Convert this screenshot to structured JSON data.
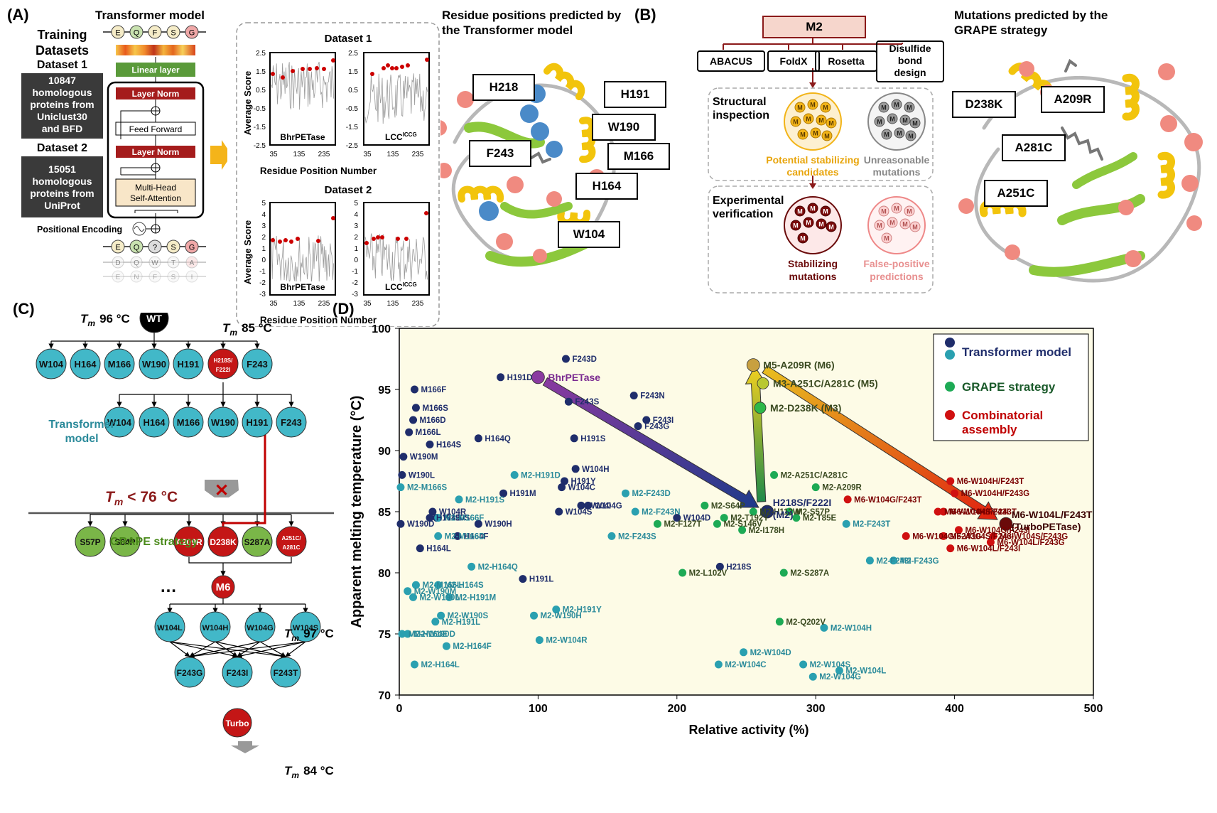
{
  "panel_labels": {
    "a": "(A)",
    "b": "(B)",
    "c": "(C)",
    "d": "(D)"
  },
  "panel_a": {
    "title": "Transformer model",
    "training_title_line1": "Training",
    "training_title_line2": "Datasets",
    "dataset1_label": "Dataset 1",
    "dataset1_lines": [
      "10847",
      "homologous",
      "proteins from",
      "Uniclust30",
      "and BFD"
    ],
    "dataset2_label": "Dataset 2",
    "dataset2_lines": [
      "15051",
      "homologous",
      "proteins from",
      "UniProt"
    ],
    "top_tokens": [
      "E",
      "Q",
      "F",
      "S",
      "G"
    ],
    "input_tokens": [
      "E",
      "Q",
      "?",
      "S",
      "G"
    ],
    "input_tokens_2": [
      "D",
      "Q",
      "W",
      "T",
      "A"
    ],
    "input_tokens_3": [
      "E",
      "N",
      "F",
      "S",
      "I"
    ],
    "linear_layer": "Linear layer",
    "layer_norm": "Layer Norm",
    "feed_forward": "Feed Forward",
    "attention_line1": "Multi-Head",
    "attention_line2": "Self-Attention",
    "positional_encoding": "Positional Encoding",
    "dataset1_plot_title": "Dataset  1",
    "dataset2_plot_title": "Dataset  2",
    "ylabel": "Average Score",
    "xlabel": "Residue Position Number",
    "plot1_left_label": "BhrPETase",
    "plot1_right_label": "LCC",
    "lcc_superscript": "ICCG",
    "ds1_yticks": [
      "2.5",
      "1.5",
      "0.5",
      "-0.5",
      "-1.5",
      "-2.5"
    ],
    "ds2_yticks": [
      "5",
      "4",
      "3",
      "2",
      "1",
      "0",
      "-1",
      "-2",
      "-3"
    ],
    "xticks": [
      "35",
      "135",
      "235"
    ],
    "structure_title_line1": "Residue positions predicted by",
    "structure_title_line2": "the Transformer model",
    "residues": [
      "H218",
      "H191",
      "W190",
      "F243",
      "M166",
      "H164",
      "W104"
    ]
  },
  "panel_b": {
    "m2": "M2",
    "tools": [
      "ABACUS",
      "FoldX",
      "Rosetta"
    ],
    "disulfide_lines": [
      "Disulfide",
      "bond",
      "design"
    ],
    "structural_line1": "Structural",
    "structural_line2": "inspection",
    "potential_line1": "Potential stabilizing",
    "potential_line2": "candidates",
    "unreasonable_line1": "Unreasonable",
    "unreasonable_line2": "mutations",
    "experimental_line1": "Experimental",
    "experimental_line2": "verification",
    "stabilizing_line1": "Stabilizing",
    "stabilizing_line2": "mutations",
    "false_line1": "False-positive",
    "false_line2": "predictions",
    "m_token": "M",
    "mutations_title_line1": "Mutations predicted by the",
    "mutations_title_line2": "GRAPE strategy",
    "mutations": [
      "D238K",
      "A209R",
      "A281C",
      "A251C"
    ]
  },
  "panel_c": {
    "wt": "WT",
    "tm_symbol": "T",
    "tm_sub": "m",
    "tm_wt": "96 °C",
    "tm_m2": "85 °C",
    "tm_m6": "97 °C",
    "tm_turbo": "84 °C",
    "tm_threshold": "< 76 °C",
    "row1": [
      "W104",
      "H164",
      "M166",
      "W190",
      "H191",
      "H218S/F222I",
      "F243"
    ],
    "row2": [
      "W104",
      "H164",
      "M166",
      "W190",
      "H191",
      "F243"
    ],
    "transformer_line1": "Transformer",
    "transformer_line2": "model",
    "grape_label": "GRAPE strategy",
    "grape_row": [
      "S57P",
      "S64P",
      "A209R",
      "D238K",
      "S287A",
      "A251C/A281C"
    ],
    "ellipsis": "…",
    "m6": "M6",
    "row4": [
      "W104L",
      "W104H",
      "W104G",
      "W104S"
    ],
    "row5": [
      "F243G",
      "F243I",
      "F243T"
    ],
    "turbo": "Turbo",
    "colors": {
      "teal": "#42b8c8",
      "red": "#c41616",
      "green": "#7ab648",
      "black": "#000000",
      "arrow": "#c00000"
    }
  },
  "chart_data": {
    "type": "scatter",
    "xlabel": "Relative activity (%)",
    "ylabel": "Apparent melting temperature (°C)",
    "xlim": [
      0,
      500
    ],
    "ylim": [
      70,
      100
    ],
    "xticks": [
      0,
      100,
      200,
      300,
      400,
      500
    ],
    "yticks": [
      70,
      75,
      80,
      85,
      90,
      95,
      100
    ],
    "legend": [
      "Transformer model",
      "GRAPE strategy",
      "Combinatorial assembly"
    ],
    "legend_position": "top-right",
    "background_color": "#fdfbe6",
    "colors": {
      "transformer_dark": "#1f2d6b",
      "transformer_teal": "#2aa0b0",
      "grape": "#1daa55",
      "combo": "#d01010",
      "bhr": "#8a3aa0",
      "m6": "#c8a040",
      "m5": "#b8c830",
      "m3": "#2db84a",
      "turbo": "#6a0a0a"
    },
    "series": [
      {
        "name": "Transformer model",
        "color": "#1f2d6b",
        "points": [
          {
            "x": 120,
            "y": 97.5,
            "label": "F243D"
          },
          {
            "x": 73,
            "y": 96,
            "label": "H191D"
          },
          {
            "x": 11,
            "y": 95,
            "label": "M166F"
          },
          {
            "x": 169,
            "y": 94.5,
            "label": "F243N"
          },
          {
            "x": 122,
            "y": 94,
            "label": "F243S"
          },
          {
            "x": 12,
            "y": 93.5,
            "label": "M166S"
          },
          {
            "x": 10,
            "y": 92.5,
            "label": "M166D"
          },
          {
            "x": 178,
            "y": 92.5,
            "label": "F243I"
          },
          {
            "x": 172,
            "y": 92,
            "label": "F243G"
          },
          {
            "x": 7,
            "y": 91.5,
            "label": "M166L"
          },
          {
            "x": 57,
            "y": 91,
            "label": "H164Q"
          },
          {
            "x": 126,
            "y": 91,
            "label": "H191S"
          },
          {
            "x": 22,
            "y": 90.5,
            "label": "H164S"
          },
          {
            "x": 3,
            "y": 89.5,
            "label": "W190M"
          },
          {
            "x": 127,
            "y": 88.5,
            "label": "W104H"
          },
          {
            "x": 2,
            "y": 88,
            "label": "W190L"
          },
          {
            "x": 119,
            "y": 87.5,
            "label": "H191Y"
          },
          {
            "x": 117,
            "y": 87,
            "label": "W104C"
          },
          {
            "x": 75,
            "y": 86.5,
            "label": "H191M"
          },
          {
            "x": 131,
            "y": 85.5,
            "label": "W104I"
          },
          {
            "x": 136,
            "y": 85.5,
            "label": "W104G"
          },
          {
            "x": 24,
            "y": 85,
            "label": "W104R"
          },
          {
            "x": 22,
            "y": 84.5,
            "label": "H164E"
          },
          {
            "x": 27,
            "y": 84.5,
            "label": "W190S"
          },
          {
            "x": 200,
            "y": 84.5,
            "label": "W104D"
          },
          {
            "x": 115,
            "y": 85,
            "label": "W104S"
          },
          {
            "x": 57,
            "y": 84,
            "label": "W190H"
          },
          {
            "x": 1,
            "y": 84,
            "label": "W190D"
          },
          {
            "x": 42,
            "y": 83,
            "label": "H164F"
          },
          {
            "x": 15,
            "y": 82,
            "label": "H164L"
          },
          {
            "x": 231,
            "y": 80.5,
            "label": "H218S"
          },
          {
            "x": 89,
            "y": 79.5,
            "label": "H191L"
          }
        ]
      },
      {
        "name": "Transformer model",
        "color": "#2aa0b0",
        "points": [
          {
            "x": 1,
            "y": 87,
            "label": "M2-M166S"
          },
          {
            "x": 83,
            "y": 88,
            "label": "M2-H191D"
          },
          {
            "x": 43,
            "y": 86,
            "label": "M2-H191S"
          },
          {
            "x": 163,
            "y": 86.5,
            "label": "M2-F243D"
          },
          {
            "x": 170,
            "y": 85,
            "label": "M2-F243N"
          },
          {
            "x": 28,
            "y": 84.5,
            "label": "M2-M166F"
          },
          {
            "x": 28,
            "y": 83,
            "label": "M2-M166D"
          },
          {
            "x": 153,
            "y": 83,
            "label": "M2-F243S"
          },
          {
            "x": 322,
            "y": 84,
            "label": "M2-F243T"
          },
          {
            "x": 339,
            "y": 81,
            "label": "M2-F243I"
          },
          {
            "x": 356,
            "y": 81,
            "label": "M2-F243G"
          },
          {
            "x": 52,
            "y": 80.5,
            "label": "M2-H164Q"
          },
          {
            "x": 12,
            "y": 79,
            "label": "M2-M166L"
          },
          {
            "x": 28,
            "y": 79,
            "label": "M2-H164S"
          },
          {
            "x": 6,
            "y": 78.5,
            "label": "M2-W190M"
          },
          {
            "x": 10,
            "y": 78,
            "label": "M2-W190L"
          },
          {
            "x": 36,
            "y": 78,
            "label": "M2-H191M"
          },
          {
            "x": 113,
            "y": 77,
            "label": "M2-H191Y"
          },
          {
            "x": 97,
            "y": 76.5,
            "label": "M2-W190H"
          },
          {
            "x": 30,
            "y": 76.5,
            "label": "M2-W190S"
          },
          {
            "x": 26,
            "y": 76,
            "label": "M2-H191L"
          },
          {
            "x": 306,
            "y": 75.5,
            "label": "M2-W104H"
          },
          {
            "x": 2,
            "y": 75,
            "label": "M2-H164E"
          },
          {
            "x": 6,
            "y": 75,
            "label": "M2-W190D"
          },
          {
            "x": 34,
            "y": 74,
            "label": "M2-H164F"
          },
          {
            "x": 101,
            "y": 74.5,
            "label": "M2-W104R"
          },
          {
            "x": 248,
            "y": 73.5,
            "label": "M2-W104D"
          },
          {
            "x": 11,
            "y": 72.5,
            "label": "M2-H164L"
          },
          {
            "x": 230,
            "y": 72.5,
            "label": "M2-W104C"
          },
          {
            "x": 291,
            "y": 72.5,
            "label": "M2-W104S"
          },
          {
            "x": 317,
            "y": 72,
            "label": "M2-W104L"
          },
          {
            "x": 298,
            "y": 71.5,
            "label": "M2-W104G"
          }
        ]
      },
      {
        "name": "GRAPE strategy",
        "color": "#1daa55",
        "points": [
          {
            "x": 270,
            "y": 88,
            "label": "M2-A251C/A281C"
          },
          {
            "x": 300,
            "y": 87,
            "label": "M2-A209R"
          },
          {
            "x": 220,
            "y": 85.5,
            "label": "M2-S64P"
          },
          {
            "x": 234,
            "y": 84.5,
            "label": "M2-T192Y"
          },
          {
            "x": 186,
            "y": 84,
            "label": "M2-F127T"
          },
          {
            "x": 229,
            "y": 84,
            "label": "M2-S146V"
          },
          {
            "x": 247,
            "y": 83.5,
            "label": "M2-I178H"
          },
          {
            "x": 255,
            "y": 85,
            "label": "M2-H112W"
          },
          {
            "x": 281,
            "y": 85,
            "label": "M2-S57P"
          },
          {
            "x": 286,
            "y": 84.5,
            "label": "M2-T85E"
          },
          {
            "x": 204,
            "y": 80,
            "label": "M2-L102V"
          },
          {
            "x": 277,
            "y": 80,
            "label": "M2-S287A"
          },
          {
            "x": 274,
            "y": 76,
            "label": "M2-Q202V"
          }
        ]
      },
      {
        "name": "Combinatorial assembly",
        "color": "#d01010",
        "points": [
          {
            "x": 397,
            "y": 87.5,
            "label": "M6-W104H/F243T"
          },
          {
            "x": 400,
            "y": 86.5,
            "label": "M6-W104H/F243G"
          },
          {
            "x": 323,
            "y": 86,
            "label": "M6-W104G/F243T"
          },
          {
            "x": 388,
            "y": 85,
            "label": "M6-W104H/F243I"
          },
          {
            "x": 392,
            "y": 85,
            "label": "M6-W104S/F243T"
          },
          {
            "x": 392,
            "y": 83,
            "label": "M6-W104S/F243I"
          },
          {
            "x": 403,
            "y": 83.5,
            "label": "M6-W104G/F243I"
          },
          {
            "x": 365,
            "y": 83,
            "label": "M6-W104G/F243G"
          },
          {
            "x": 428,
            "y": 83,
            "label": "M6-W104S/F243G"
          },
          {
            "x": 426,
            "y": 82.5,
            "label": "M6-W104L/F243G"
          },
          {
            "x": 397,
            "y": 82,
            "label": "M6-W104L/F243I"
          }
        ]
      }
    ],
    "highlights": [
      {
        "x": 100,
        "y": 96,
        "label": "BhrPETase",
        "color": "#8a3aa0"
      },
      {
        "x": 255,
        "y": 97,
        "label": "M5-A209R (M6)",
        "color": "#c8a040"
      },
      {
        "x": 262,
        "y": 95.5,
        "label": "M3-A251C/A281C (M5)",
        "color": "#b8c830"
      },
      {
        "x": 260,
        "y": 93.5,
        "label": "M2-D238K (M3)",
        "color": "#2db84a"
      },
      {
        "x": 265,
        "y": 85,
        "label_line1": "H218S/F222I",
        "label_line2": "(M2)",
        "color": "#1f2d6b"
      },
      {
        "x": 437,
        "y": 84,
        "label_line1": "M6-W104L/F243T",
        "label_line2": "(TurboPETase)",
        "color": "#6a0a0a"
      }
    ]
  }
}
